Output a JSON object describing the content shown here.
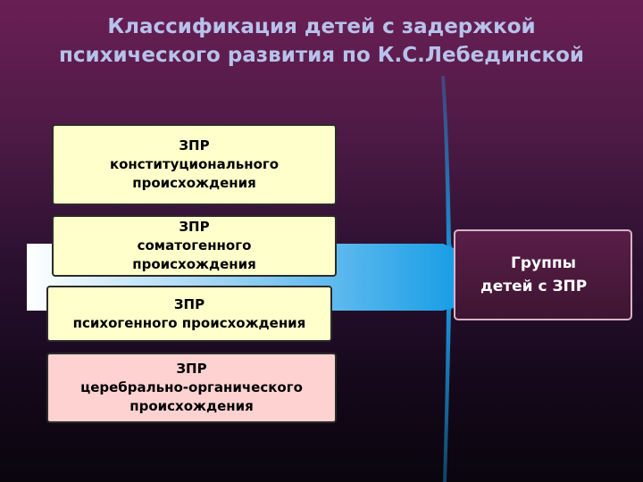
{
  "slide": {
    "title_line1": "Классификация детей с задержкой",
    "title_line2": "психического развития по К.С.Лебединской"
  },
  "categories": [
    {
      "line1": "ЗПР",
      "line2": "конституционального",
      "line3": "происхождения"
    },
    {
      "line1": "ЗПР",
      "line2": "соматогенного",
      "line3": "происхождения"
    },
    {
      "line1": "ЗПР",
      "line2": "психогенного происхождения"
    },
    {
      "line1": "ЗПР",
      "line2": "церебрально-органического",
      "line3": "происхождения"
    }
  ],
  "groups_box": {
    "line1": "Группы",
    "line2": "детей с ЗПР"
  },
  "colors": {
    "title": "#b7c2ea",
    "box_yellow": "#ffffcc",
    "box_pink": "#ffd2d2",
    "arrow_start": "#ffffff",
    "arrow_end": "#1a9ee6"
  }
}
